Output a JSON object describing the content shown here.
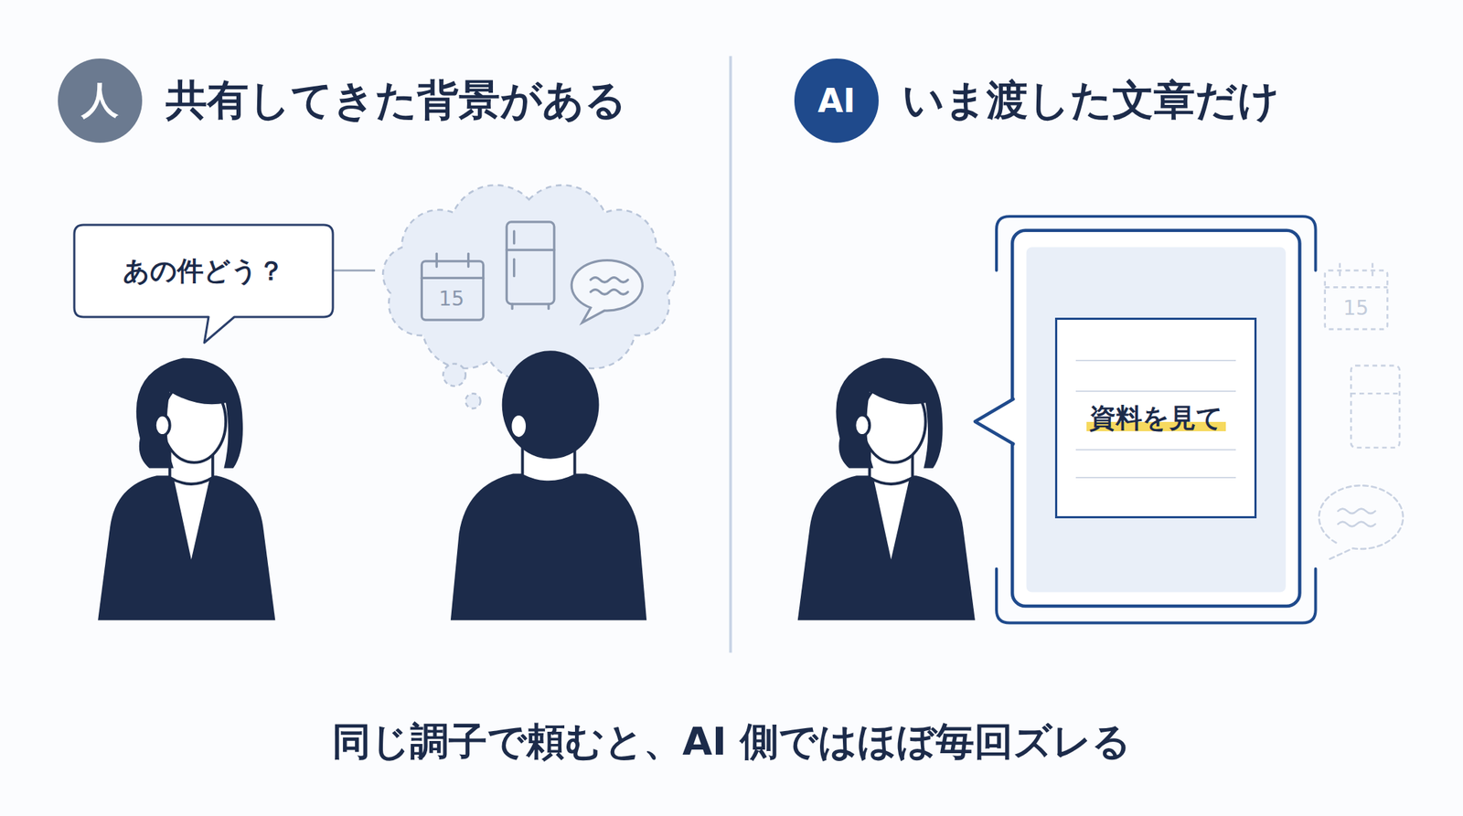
{
  "diagram": {
    "caption": "同じ調子で頼むと、AI 側ではほぼ毎回ズレる",
    "nodes": [
      {
        "text": [
          "人",
          "共有してきた背景がある"
        ]
      },
      {
        "text": [
          "あの件どう？"
        ]
      },
      {
        "text": [
          "AI",
          "いま渡した文章だけ"
        ]
      },
      {
        "text": [
          "資料を見て"
        ]
      }
    ],
    "labels": [
      "15",
      "15"
    ]
  }
}
